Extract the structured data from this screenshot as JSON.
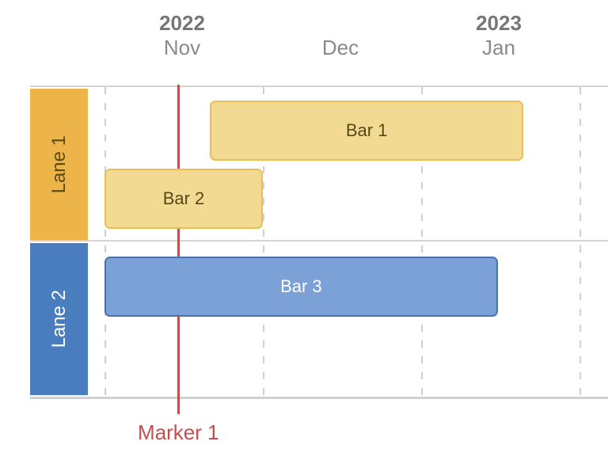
{
  "chart_data": {
    "type": "gantt",
    "title": "",
    "axis": {
      "start": "2022-11-01",
      "end": "2023-02-01",
      "ticks": [
        {
          "year": "2022",
          "month": "Nov"
        },
        {
          "year": "",
          "month": "Dec"
        },
        {
          "year": "2023",
          "month": "Jan"
        }
      ],
      "grid": "dashed-vertical",
      "position": "top"
    },
    "lanes": [
      {
        "label": "Lane 1",
        "color": "#ecb449",
        "text_color": "#5d4a16"
      },
      {
        "label": "Lane 2",
        "color": "#4a7dbd",
        "text_color": "#ffffff"
      }
    ],
    "bars": [
      {
        "label": "Bar 1",
        "lane": 0,
        "row": 0,
        "start": "2022-11-21",
        "end": "2023-01-21",
        "fill": "#f3da92",
        "border": "#e9be55",
        "text_color": "#564918"
      },
      {
        "label": "Bar 2",
        "lane": 0,
        "row": 1,
        "start": "2022-11-01",
        "end": "2022-12-01",
        "fill": "#f3da92",
        "border": "#e9be55",
        "text_color": "#564918"
      },
      {
        "label": "Bar 3",
        "lane": 1,
        "row": 0,
        "start": "2022-11-01",
        "end": "2023-01-16",
        "fill": "#7ba1d7",
        "border": "#4c72ae",
        "text_color": "#ffffff"
      }
    ],
    "markers": [
      {
        "label": "Marker 1",
        "date": "2022-11-15",
        "color": "#c0504d"
      }
    ]
  }
}
